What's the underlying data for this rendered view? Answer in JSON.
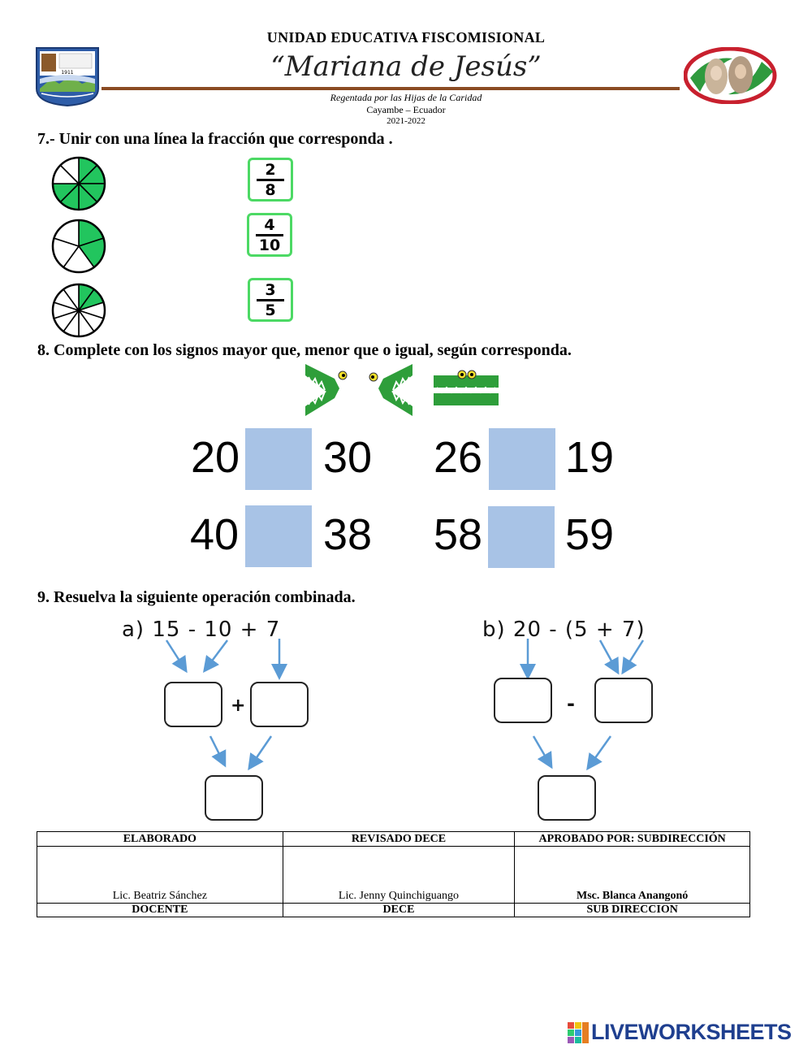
{
  "header": {
    "school_name": "UNIDAD EDUCATIVA FISCOMISIONAL",
    "school_motto": "“Mariana de Jesús”",
    "regentada": "Regentada por las Hijas de la Caridad",
    "location": "Cayambe – Ecuador",
    "year": "2021-2022",
    "logo_year": "1911"
  },
  "q7": {
    "title": "7.- Unir con una línea la fracción que corresponda .",
    "circles": [
      {
        "slices": 8,
        "filled": [
          0,
          1,
          2,
          3,
          4,
          5
        ],
        "color": "#22c55e"
      },
      {
        "slices": 5,
        "filled": [
          0,
          1
        ],
        "color": "#22c55e"
      },
      {
        "slices": 10,
        "filled": [
          0,
          1
        ],
        "color": "#22c55e"
      }
    ],
    "fractions": [
      {
        "numerator": "2",
        "denominator": "8"
      },
      {
        "numerator": "4",
        "denominator": "10"
      },
      {
        "numerator": "3",
        "denominator": "5"
      }
    ]
  },
  "q8": {
    "title": "8. Complete con los signos mayor que, menor que o igual, según corresponda.",
    "pairs": [
      {
        "left": "20",
        "right": "30"
      },
      {
        "left": "26",
        "right": "19"
      },
      {
        "left": "40",
        "right": "38"
      },
      {
        "left": "58",
        "right": "59"
      }
    ],
    "accent_color": "#2e9e3a",
    "box_color": "#a8c3e6"
  },
  "q9": {
    "title": "9. Resuelva la siguiente operación combinada.",
    "op_a": "a) 15 - 10 + 7",
    "op_b": "b) 20 - (5 + 7)",
    "sign_a": "+",
    "sign_b": "-",
    "arrow_color": "#5b9bd5"
  },
  "signatures": {
    "headers": [
      "ELABORADO",
      "REVISADO DECE",
      "APROBADO POR: SUBDIRECCIÓN"
    ],
    "names": [
      "Lic. Beatriz Sánchez",
      "Lic. Jenny Quinchiguango",
      "Msc.  Blanca Anangonó"
    ],
    "roles": [
      "DOCENTE",
      "DECE",
      "SUB DIRECCION"
    ]
  },
  "branding": {
    "liveworksheets": "LIVEWORKSHEETS"
  }
}
